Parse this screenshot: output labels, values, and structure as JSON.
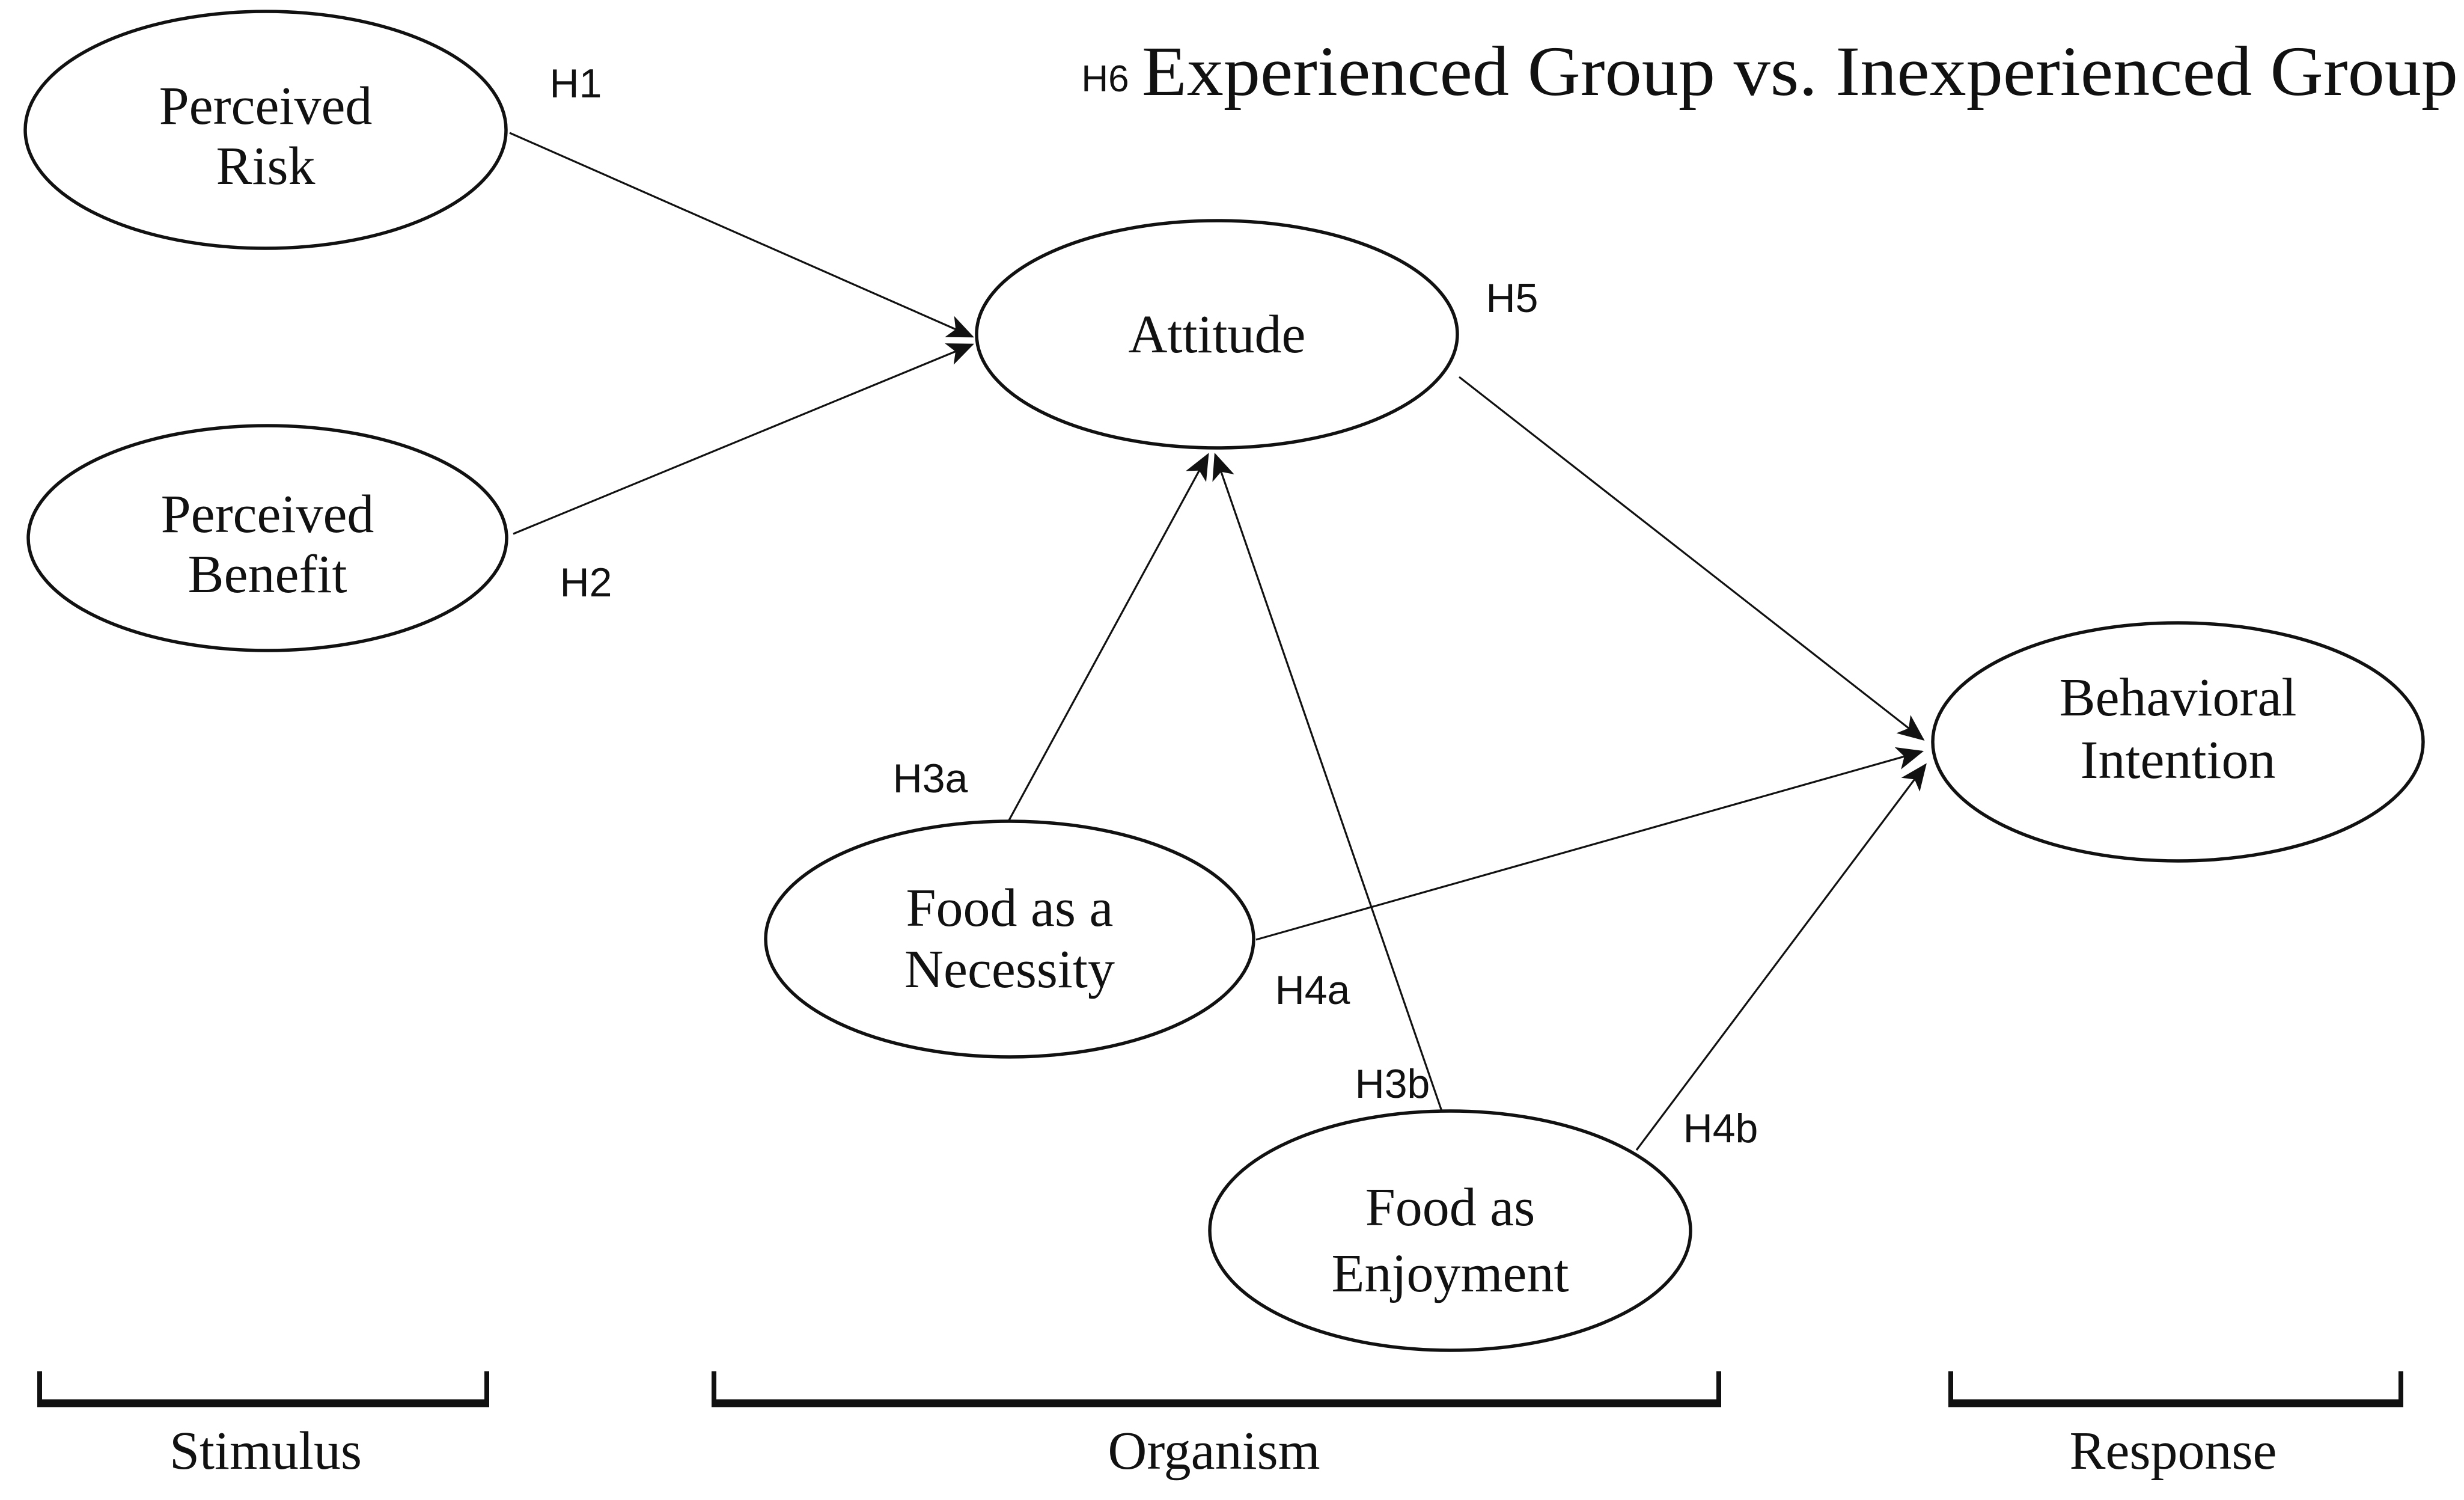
{
  "header": {
    "title": "Experienced Group vs. Inexperienced Group"
  },
  "nodes": {
    "perceived_risk": {
      "line1": "Perceived",
      "line2": "Risk"
    },
    "perceived_benefit": {
      "line1": "Perceived",
      "line2": "Benefit"
    },
    "attitude": {
      "line1": "Attitude"
    },
    "food_necessity": {
      "line1": "Food as a",
      "line2": "Necessity"
    },
    "food_enjoyment": {
      "line1": "Food as",
      "line2": "Enjoyment"
    },
    "behavioral_intention": {
      "line1": "Behavioral",
      "line2": "Intention"
    }
  },
  "hypotheses": {
    "h1": "H1",
    "h2": "H2",
    "h3a": "H3a",
    "h3b": "H3b",
    "h4a": "H4a",
    "h4b": "H4b",
    "h5": "H5",
    "h6": "H6"
  },
  "sections": {
    "stimulus": "Stimulus",
    "organism": "Organism",
    "response": "Response"
  },
  "colors": {
    "ink": "#111111",
    "background": "#ffffff"
  }
}
